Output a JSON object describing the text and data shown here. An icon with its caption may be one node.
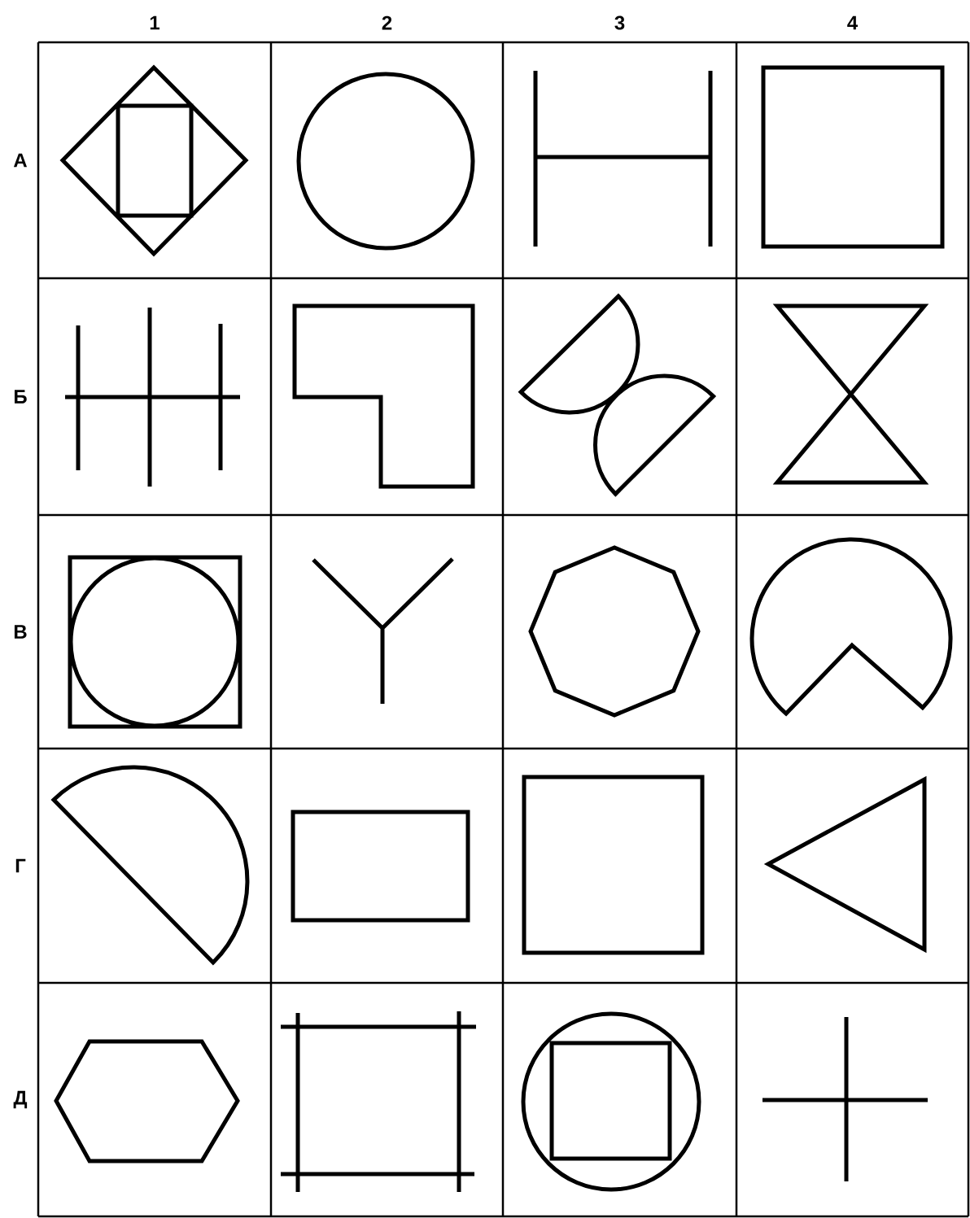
{
  "diagram": {
    "labels": [
      "1",
      "2",
      "3",
      "4",
      "А",
      "Б",
      "В",
      "Г",
      "Д"
    ]
  }
}
